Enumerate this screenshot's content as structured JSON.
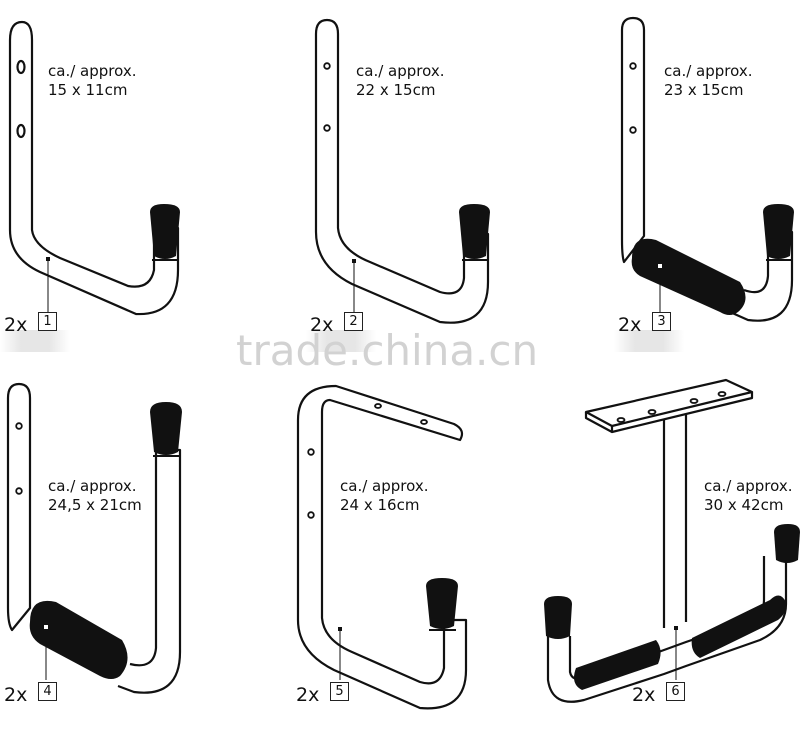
{
  "watermark": "trade.china.cn",
  "items": [
    {
      "label_line1": "ca./ approx.",
      "label_line2": "15 x 11cm",
      "count": "2x",
      "number": "1"
    },
    {
      "label_line1": "ca./ approx.",
      "label_line2": "22 x 15cm",
      "count": "2x",
      "number": "2"
    },
    {
      "label_line1": "ca./ approx.",
      "label_line2": "23 x 15cm",
      "count": "2x",
      "number": "3"
    },
    {
      "label_line1": "ca./ approx.",
      "label_line2": "24,5 x 21cm",
      "count": "2x",
      "number": "4"
    },
    {
      "label_line1": "ca./ approx.",
      "label_line2": "24 x 16cm",
      "count": "2x",
      "number": "5"
    },
    {
      "label_line1": "ca./ approx.",
      "label_line2": "30 x 42cm",
      "count": "2x",
      "number": "6"
    }
  ]
}
